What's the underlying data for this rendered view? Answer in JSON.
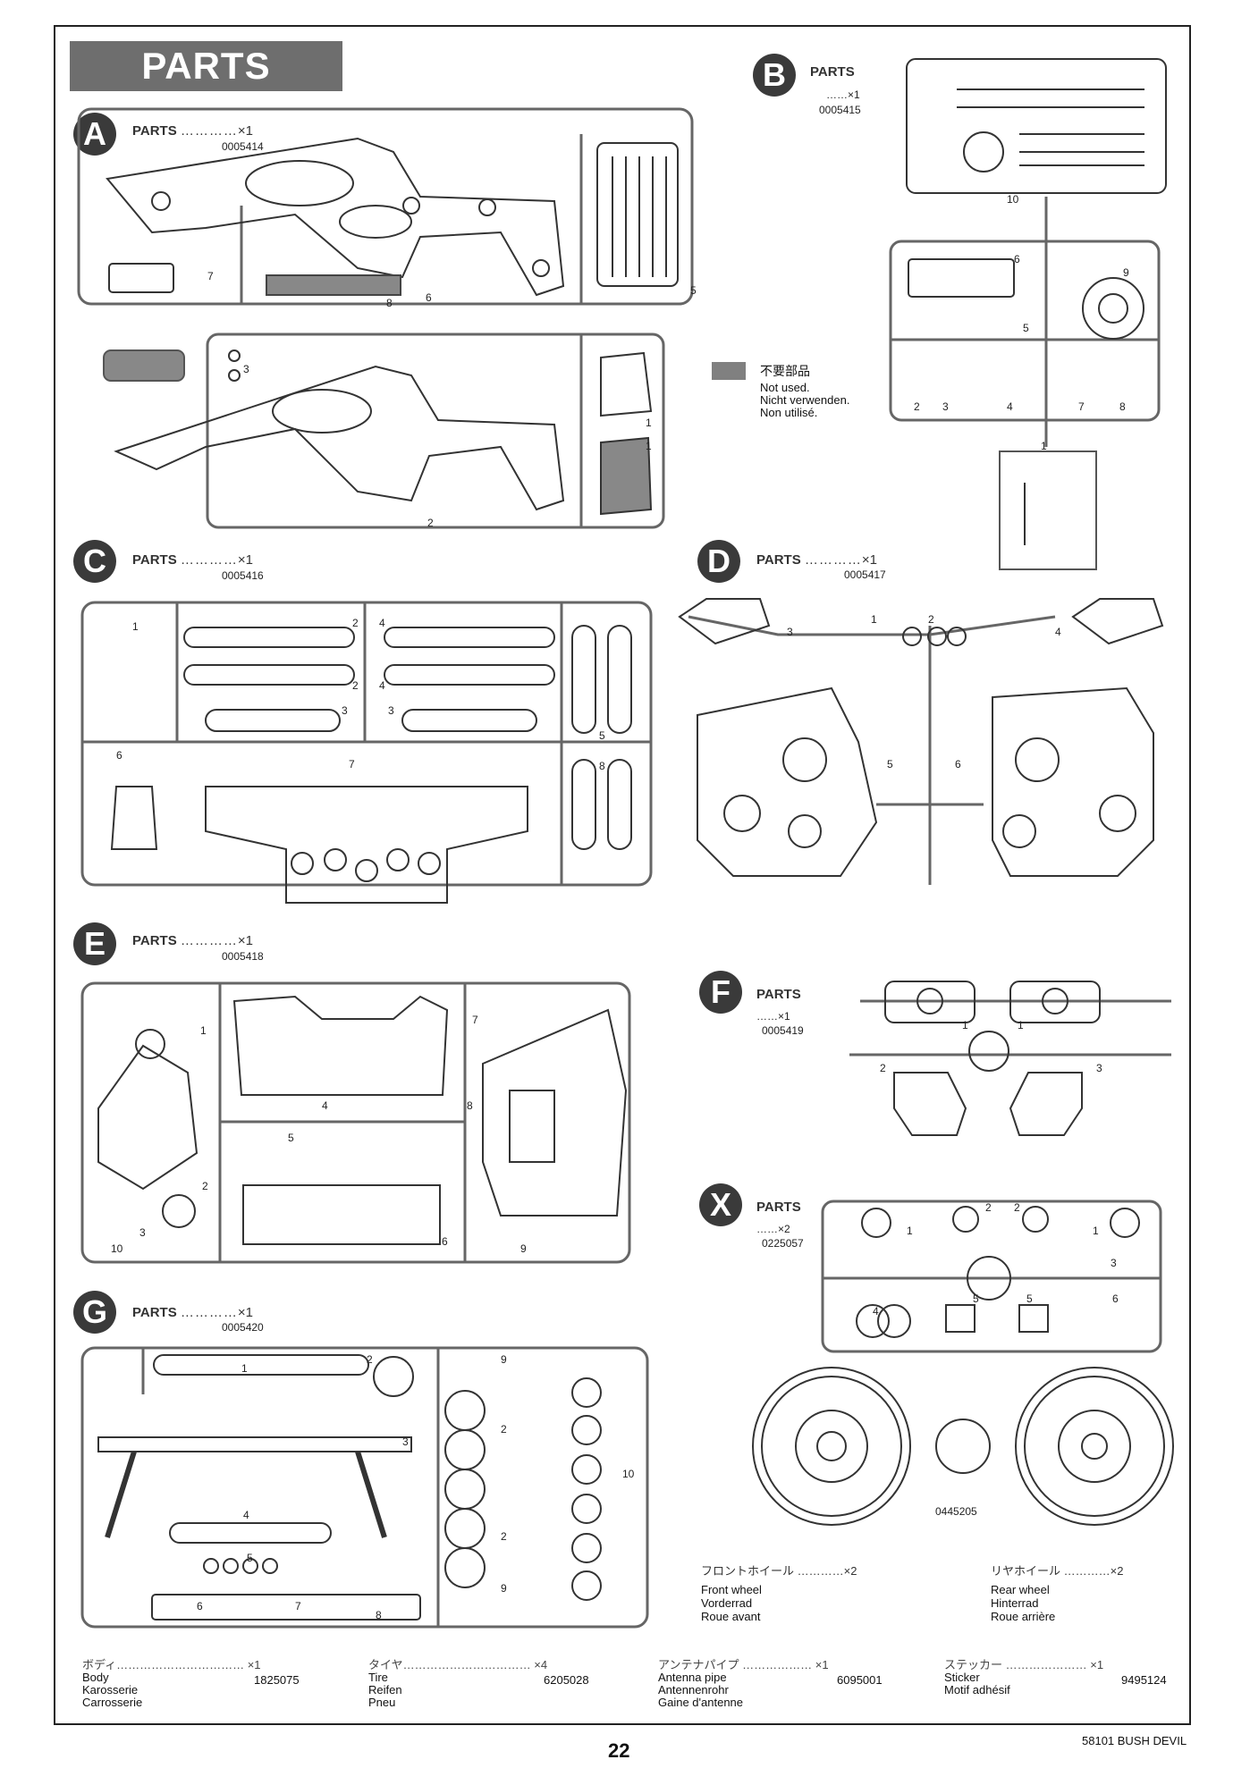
{
  "title": "PARTS",
  "parts": [
    {
      "letter": "A",
      "label": "PARTS",
      "dots": "…………",
      "qty": "×1",
      "code": "0005414"
    },
    {
      "letter": "B",
      "label": "PARTS",
      "dots": "……",
      "qty": "×1",
      "code": "0005415"
    },
    {
      "letter": "C",
      "label": "PARTS",
      "dots": "…………",
      "qty": "×1",
      "code": "0005416"
    },
    {
      "letter": "D",
      "label": "PARTS",
      "dots": "…………",
      "qty": "×1",
      "code": "0005417"
    },
    {
      "letter": "E",
      "label": "PARTS",
      "dots": "…………",
      "qty": "×1",
      "code": "0005418"
    },
    {
      "letter": "F",
      "label": "PARTS",
      "dots": "……",
      "qty": "×1",
      "code": "0005419"
    },
    {
      "letter": "X",
      "label": "PARTS",
      "dots": "……",
      "qty": "×2",
      "code": "0225057"
    },
    {
      "letter": "G",
      "label": "PARTS",
      "dots": "…………",
      "qty": "×1",
      "code": "0005420"
    }
  ],
  "part_numbers": {
    "a": [
      "7",
      "8",
      "6",
      "5",
      "3",
      "1",
      "1",
      "2"
    ],
    "b": [
      "10",
      "6",
      "9",
      "5",
      "2",
      "3",
      "4",
      "7",
      "8",
      "1"
    ],
    "c": [
      "1",
      "2",
      "4",
      "2",
      "4",
      "3",
      "3",
      "6",
      "7",
      "5",
      "8"
    ],
    "d": [
      "1",
      "2",
      "3",
      "4",
      "5",
      "6"
    ],
    "e": [
      "1",
      "7",
      "4",
      "8",
      "5",
      "2",
      "3",
      "10",
      "6",
      "9"
    ],
    "f": [
      "1",
      "1",
      "2",
      "3"
    ],
    "x": [
      "1",
      "2",
      "2",
      "1",
      "3",
      "4",
      "5",
      "5",
      "6"
    ],
    "g": [
      "1",
      "2",
      "9",
      "3",
      "2",
      "10",
      "4",
      "5",
      "2",
      "6",
      "7",
      "8",
      "9"
    ]
  },
  "legend": {
    "jp": "不要部品",
    "lines": [
      "Not used.",
      "Nicht verwenden.",
      "Non utilisé."
    ]
  },
  "wheels": {
    "code": "0445205",
    "front": {
      "jp": "フロントホイール",
      "dots": "…………",
      "qty": "×2",
      "lines": [
        "Front wheel",
        "Vorderrad",
        "Roue avant"
      ]
    },
    "rear": {
      "jp": "リヤホイール",
      "dots": "…………",
      "qty": "×2",
      "lines": [
        "Rear wheel",
        "Hinterrad",
        "Roue arrière"
      ]
    }
  },
  "footer": [
    {
      "jp": "ボディ",
      "dots": "……………………………",
      "qty": "×1",
      "code": "1825075",
      "lines": [
        "Body",
        "Karosserie",
        "Carrosserie"
      ]
    },
    {
      "jp": "タイヤ",
      "dots": "……………………………",
      "qty": "×4",
      "code": "6205028",
      "lines": [
        "Tire",
        "Reifen",
        "Pneu"
      ]
    },
    {
      "jp": "アンテナパイプ",
      "dots": "………………",
      "qty": "×1",
      "code": "6095001",
      "lines": [
        "Antenna pipe",
        "Antennenrohr",
        "Gaine d'antenne"
      ]
    },
    {
      "jp": "ステッカー",
      "dots": "…………………",
      "qty": "×1",
      "code": "9495124",
      "lines": [
        "Sticker",
        "Motif adhésif"
      ]
    }
  ],
  "page_number": "22",
  "model": "58101 BUSH DEVIL"
}
